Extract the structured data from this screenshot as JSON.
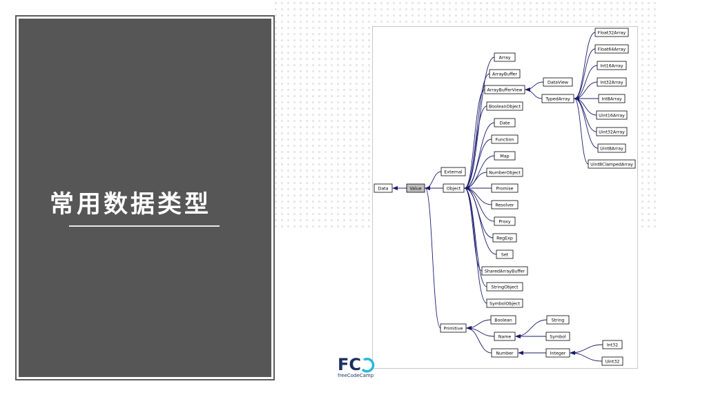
{
  "slide": {
    "title": "常用数据类型"
  },
  "diagram": {
    "nodes": {
      "data": "Data",
      "value": "Value",
      "external": "External",
      "object": "Object",
      "primitive": "Primitive",
      "array": "Array",
      "arraybuffer": "ArrayBuffer",
      "arraybufferview": "ArrayBufferView",
      "booleanobject": "BooleanObject",
      "date": "Date",
      "function": "Function",
      "map": "Map",
      "numberobject": "NumberObject",
      "promise": "Promise",
      "resolver": "Resolver",
      "proxy": "Proxy",
      "regexp": "RegExp",
      "set": "Set",
      "sharedarraybuffer": "SharedArrayBuffer",
      "stringobject": "StringObject",
      "symbolobject": "SymbolObject",
      "dataview": "DataView",
      "typedarray": "TypedArray",
      "float32array": "Float32Array",
      "float64array": "Float64Array",
      "int16array": "Int16Array",
      "int32array": "Int32Array",
      "int8array": "Int8Array",
      "uint16array": "Uint16Array",
      "uint32array": "Uint32Array",
      "uint8array": "Uint8Array",
      "uint8clampedarray": "Uint8ClampedArray",
      "boolean": "Boolean",
      "name": "Name",
      "number": "Number",
      "string": "String",
      "symbol": "Symbol",
      "integer": "Integer",
      "int32": "Int32",
      "uint32": "Uint32"
    },
    "highlighted": "value",
    "edges": [
      [
        "value",
        "data"
      ],
      [
        "external",
        "value"
      ],
      [
        "object",
        "value"
      ],
      [
        "primitive",
        "value"
      ],
      [
        "array",
        "object"
      ],
      [
        "arraybuffer",
        "object"
      ],
      [
        "arraybufferview",
        "object"
      ],
      [
        "booleanobject",
        "object"
      ],
      [
        "date",
        "object"
      ],
      [
        "function",
        "object"
      ],
      [
        "map",
        "object"
      ],
      [
        "numberobject",
        "object"
      ],
      [
        "promise",
        "object"
      ],
      [
        "resolver",
        "object"
      ],
      [
        "proxy",
        "object"
      ],
      [
        "regexp",
        "object"
      ],
      [
        "set",
        "object"
      ],
      [
        "sharedarraybuffer",
        "object"
      ],
      [
        "stringobject",
        "object"
      ],
      [
        "symbolobject",
        "object"
      ],
      [
        "dataview",
        "arraybufferview"
      ],
      [
        "typedarray",
        "arraybufferview"
      ],
      [
        "float32array",
        "typedarray"
      ],
      [
        "float64array",
        "typedarray"
      ],
      [
        "int16array",
        "typedarray"
      ],
      [
        "int32array",
        "typedarray"
      ],
      [
        "int8array",
        "typedarray"
      ],
      [
        "uint16array",
        "typedarray"
      ],
      [
        "uint32array",
        "typedarray"
      ],
      [
        "uint8array",
        "typedarray"
      ],
      [
        "uint8clampedarray",
        "typedarray"
      ],
      [
        "boolean",
        "primitive"
      ],
      [
        "name",
        "primitive"
      ],
      [
        "number",
        "primitive"
      ],
      [
        "string",
        "name"
      ],
      [
        "symbol",
        "name"
      ],
      [
        "integer",
        "number"
      ],
      [
        "int32",
        "integer"
      ],
      [
        "uint32",
        "integer"
      ]
    ],
    "colors": {
      "edge": "#1a1a6e",
      "node_border": "#000000",
      "node_fill": "#ffffff",
      "highlight_fill": "#bfbfbf"
    }
  },
  "logo": {
    "text": "freeCodeCamp",
    "color": "#1b2f5e",
    "accent": "#27b8d8"
  }
}
